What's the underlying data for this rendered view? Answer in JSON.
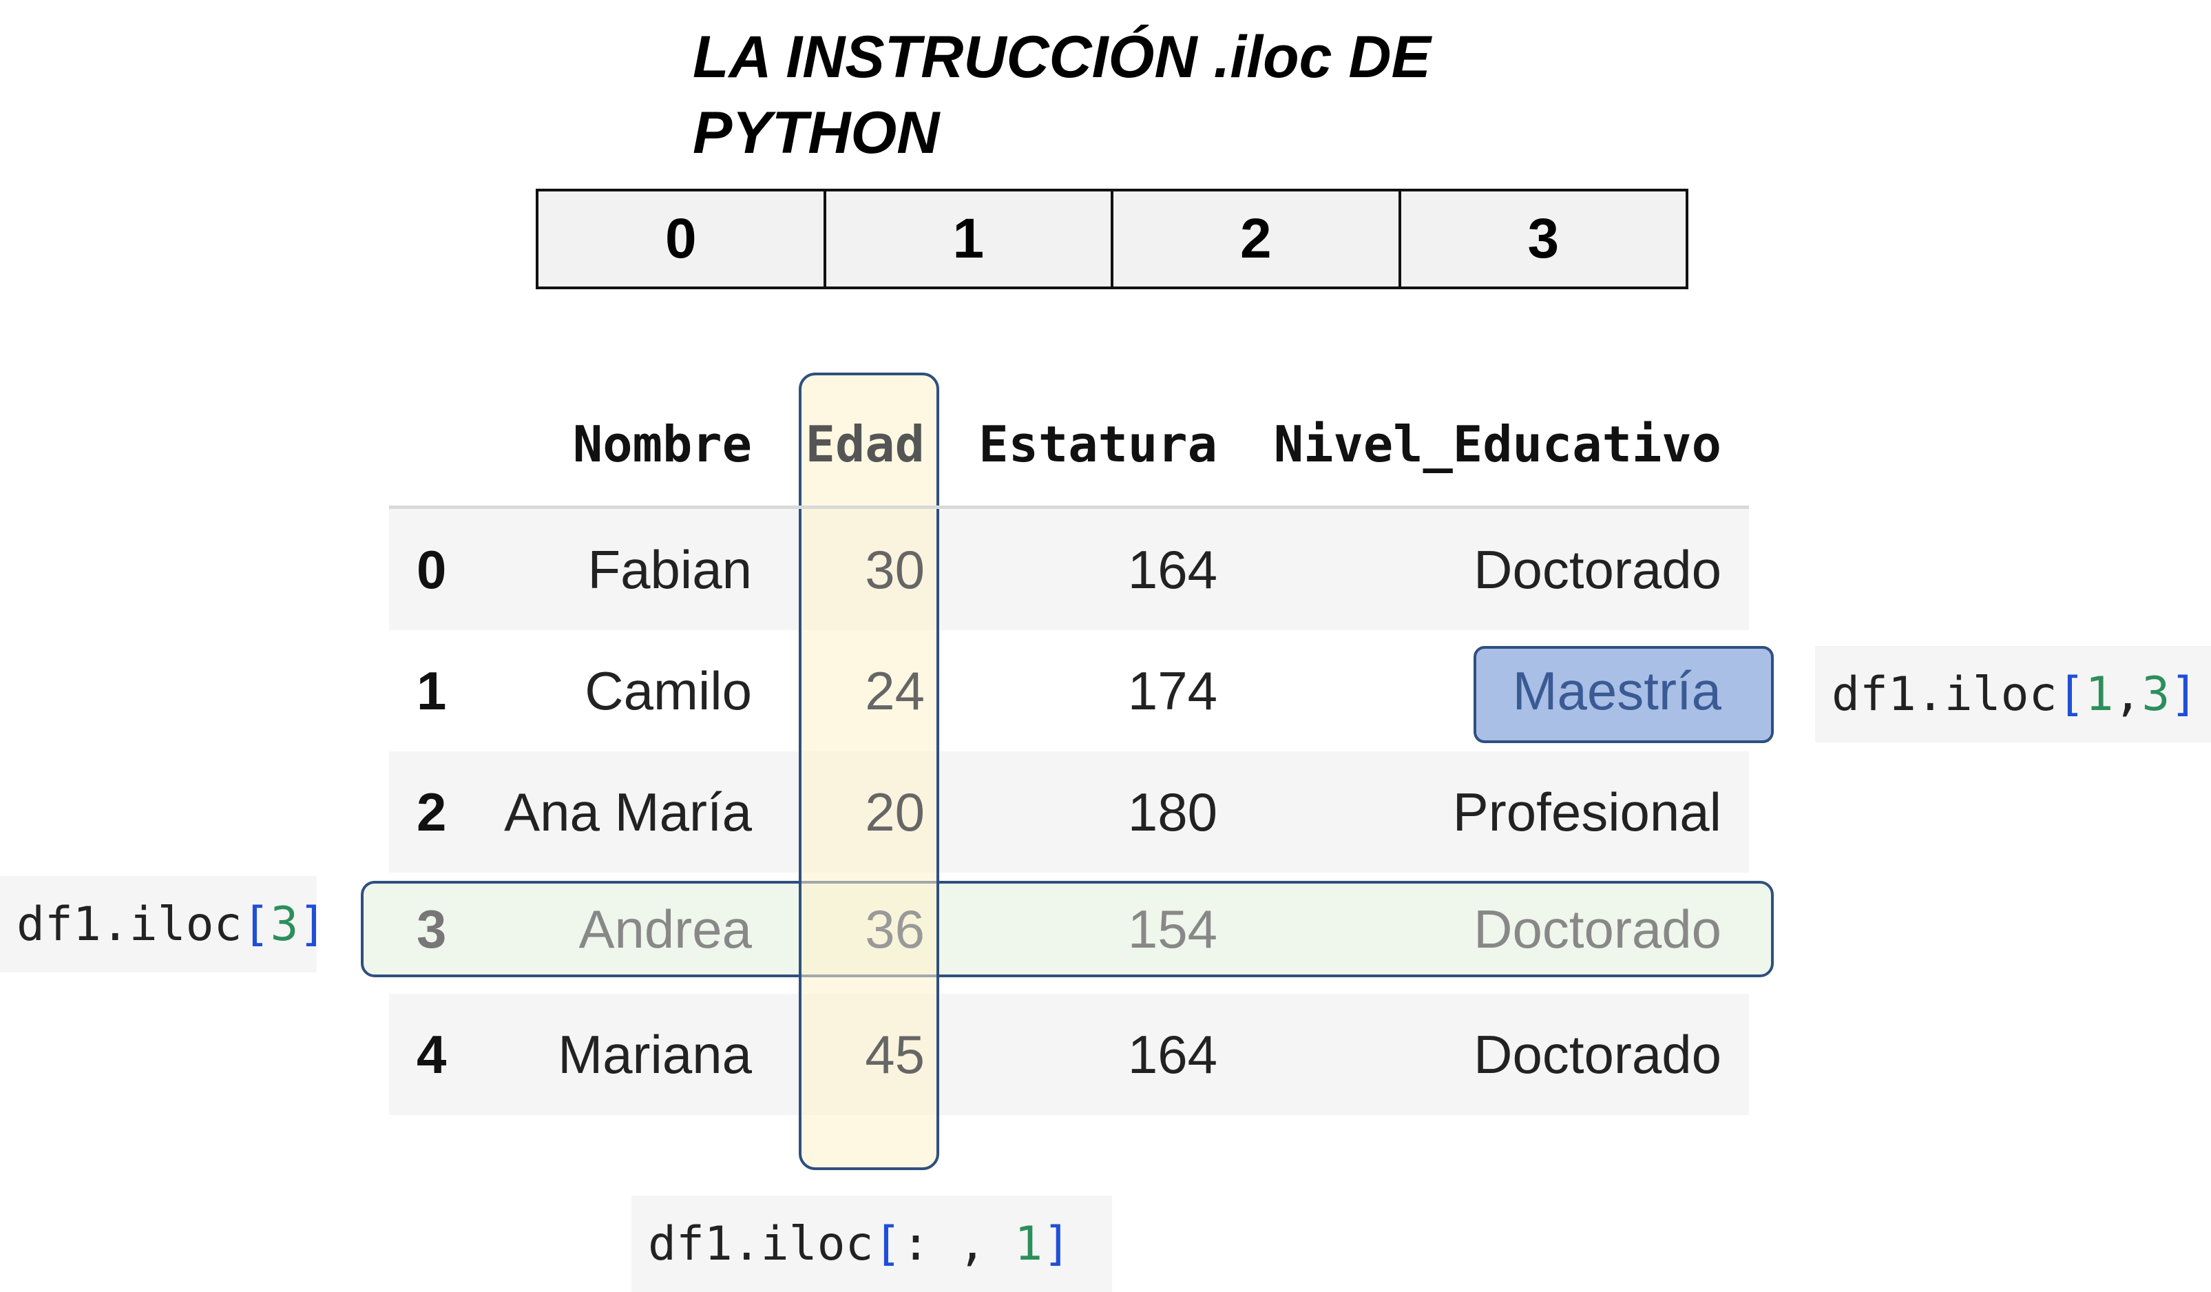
{
  "title": {
    "line1": "LA INSTRUCCIÓN .iloc DE",
    "line2": "PYTHON"
  },
  "position_index": [
    "0",
    "1",
    "2",
    "3"
  ],
  "table": {
    "columns": [
      "Nombre",
      "Edad",
      "Estatura",
      "Nivel_Educativo"
    ],
    "rows": [
      {
        "index": "0",
        "Nombre": "Fabian",
        "Edad": "30",
        "Estatura": "164",
        "Nivel_Educativo": "Doctorado"
      },
      {
        "index": "1",
        "Nombre": "Camilo",
        "Edad": "24",
        "Estatura": "174",
        "Nivel_Educativo": "Maestría"
      },
      {
        "index": "2",
        "Nombre": "Ana María",
        "Edad": "20",
        "Estatura": "180",
        "Nivel_Educativo": "Profesional"
      },
      {
        "index": "3",
        "Nombre": "Andrea",
        "Edad": "36",
        "Estatura": "154",
        "Nivel_Educativo": "Doctorado"
      },
      {
        "index": "4",
        "Nombre": "Mariana",
        "Edad": "45",
        "Estatura": "164",
        "Nivel_Educativo": "Doctorado"
      }
    ]
  },
  "snippets": {
    "cell": {
      "prefix": "df1.iloc",
      "open": "[",
      "a": "1",
      "sep": ",",
      "b": "3",
      "close": "]"
    },
    "row": {
      "prefix": "df1.iloc",
      "open": "[",
      "a": "3",
      "close": "]"
    },
    "col": {
      "prefix": "df1.iloc",
      "open": "[",
      "mid": ": , ",
      "a": "1",
      "close": "]"
    }
  },
  "colors": {
    "column_highlight": "#fdf2cc",
    "row_highlight": "#e2efda",
    "cell_highlight": "#a9bfe6",
    "outline": "#2f4f7f",
    "bracket": "#1f4fd6",
    "number": "#2c8f5b"
  }
}
